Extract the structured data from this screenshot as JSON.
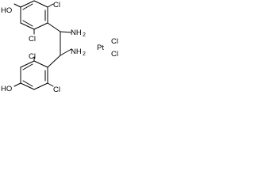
{
  "structure": {
    "atoms": {
      "ho_top": "HO",
      "ho_bottom": "HO",
      "cl_ring_top_right": "Cl",
      "cl_ring_top_left": "Cl",
      "cl_ring_bottom_left": "Cl",
      "cl_ring_bottom_right": "Cl",
      "nh2_top": "NH",
      "nh2_top_sub": "2",
      "nh2_bottom": "NH",
      "nh2_bottom_sub": "2",
      "pt": "Pt",
      "cl_pt_top": "Cl",
      "cl_pt_bottom": "Cl"
    }
  }
}
